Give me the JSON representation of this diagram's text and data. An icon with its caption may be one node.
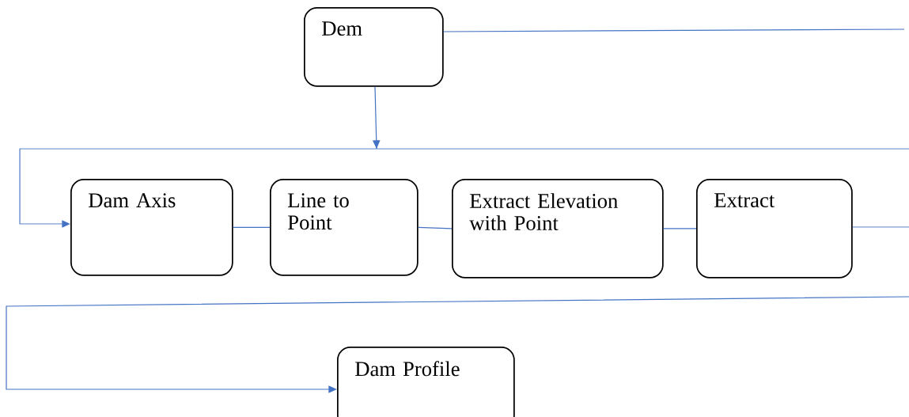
{
  "diagram": {
    "nodes": [
      {
        "text": [
          "Dem"
        ]
      },
      {
        "text": [
          "Dam Axis"
        ]
      },
      {
        "text": [
          "Line to Point"
        ]
      },
      {
        "text": [
          "Extract Elevation with Point"
        ]
      },
      {
        "text": [
          "Extract"
        ]
      },
      {
        "text": [
          "Dam Profile"
        ]
      }
    ],
    "edges": [
      {
        "from": 0,
        "to": null,
        "arrow": "none"
      },
      {
        "from": 0,
        "to": 1,
        "arrow": "to"
      },
      {
        "from": null,
        "to": 1,
        "arrow": "to"
      },
      {
        "from": 1,
        "to": 2,
        "arrow": "none"
      },
      {
        "from": 2,
        "to": 3,
        "arrow": "none"
      },
      {
        "from": 3,
        "to": 4,
        "arrow": "none"
      },
      {
        "from": 4,
        "to": null,
        "arrow": "none"
      },
      {
        "from": null,
        "to": 5,
        "arrow": "to"
      }
    ]
  }
}
